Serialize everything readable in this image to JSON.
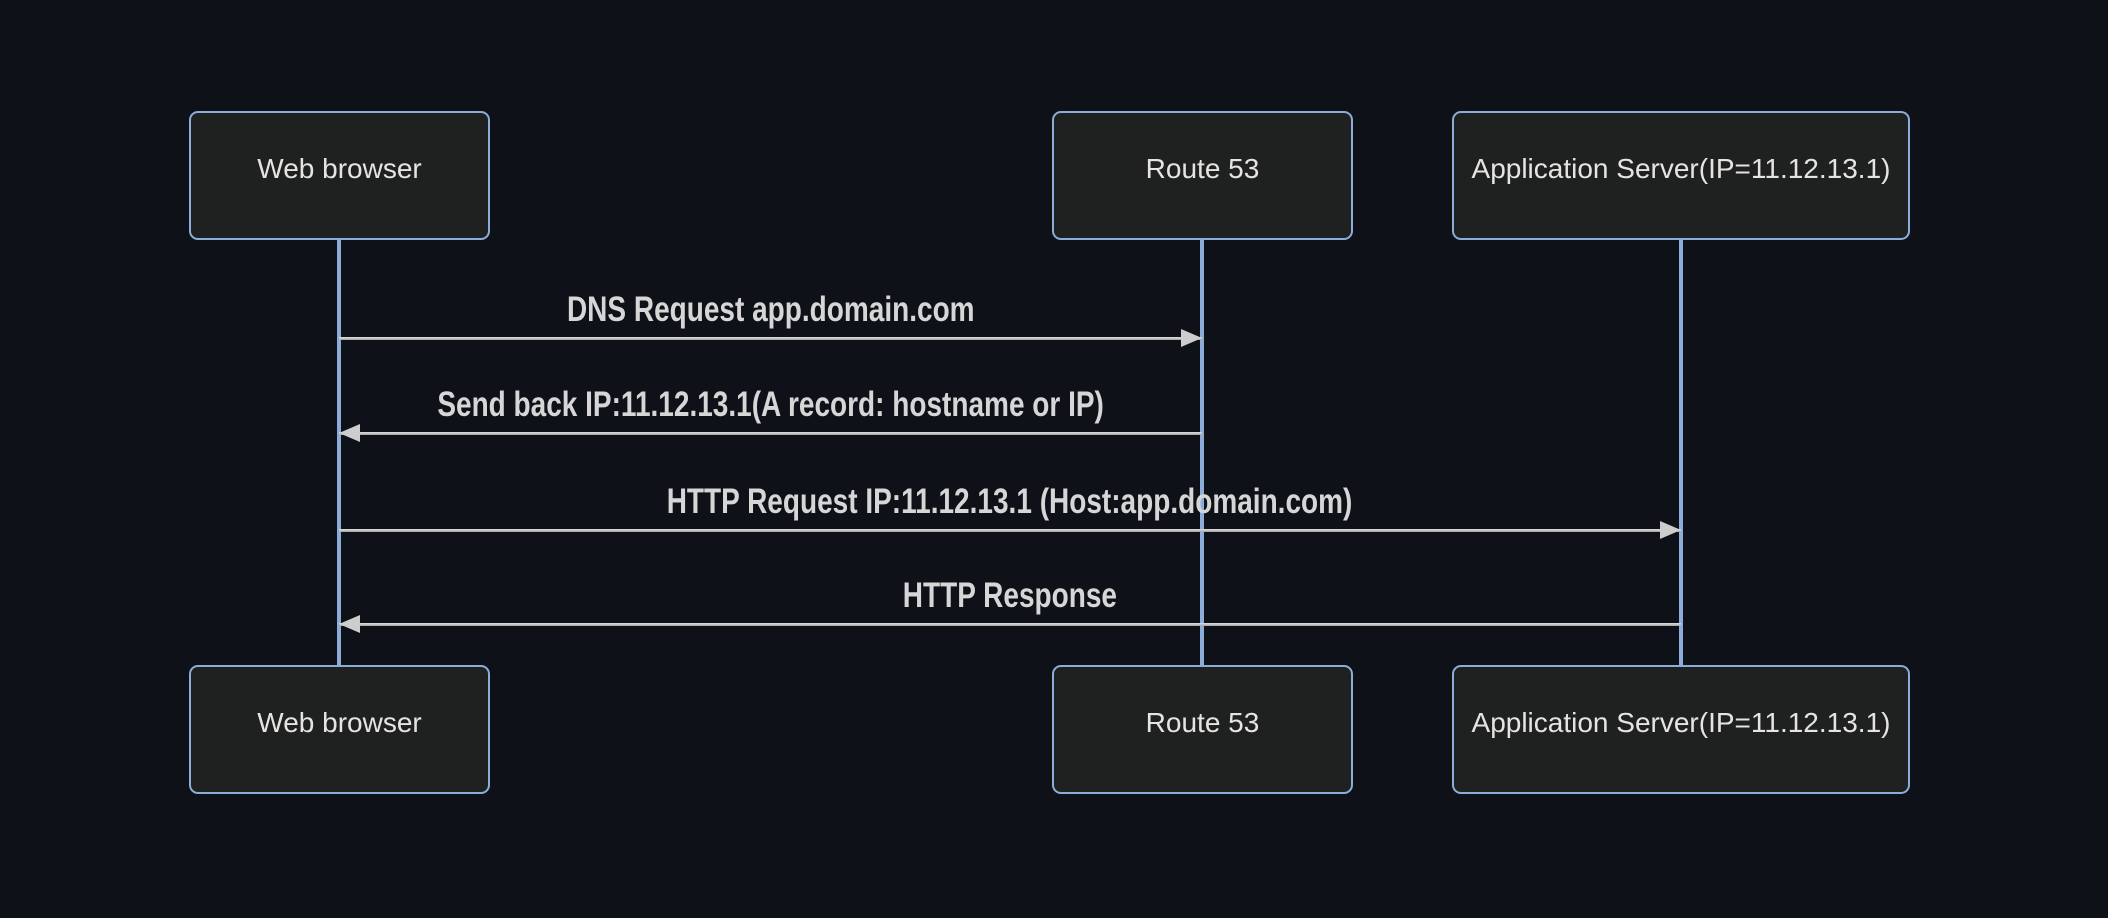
{
  "diagram": {
    "type": "sequence-diagram",
    "theme": "dark",
    "actors": [
      {
        "id": "web-browser",
        "label": "Web browser"
      },
      {
        "id": "route-53",
        "label": "Route 53"
      },
      {
        "id": "app-server",
        "label": "Application Server(IP=11.12.13.1)"
      }
    ],
    "messages": [
      {
        "from": "web-browser",
        "to": "route-53",
        "direction": "right",
        "style": "solid",
        "label": "DNS Request app.domain.com"
      },
      {
        "from": "route-53",
        "to": "web-browser",
        "direction": "left",
        "style": "solid",
        "label": "Send back IP:11.12.13.1(A record: hostname or IP)"
      },
      {
        "from": "web-browser",
        "to": "app-server",
        "direction": "right",
        "style": "solid",
        "label": "HTTP Request IP:11.12.13.1 (Host:app.domain.com)"
      },
      {
        "from": "app-server",
        "to": "web-browser",
        "direction": "left",
        "style": "solid",
        "label": "HTTP Response"
      }
    ],
    "colors": {
      "background": "#0e1117",
      "actor_fill": "#1f2121",
      "actor_border": "#8cacd9",
      "actor_text": "#e6e4e1",
      "lifeline": "#8cacd9",
      "arrow": "#cdcdcd",
      "message_text": "#d6d6d6"
    }
  }
}
